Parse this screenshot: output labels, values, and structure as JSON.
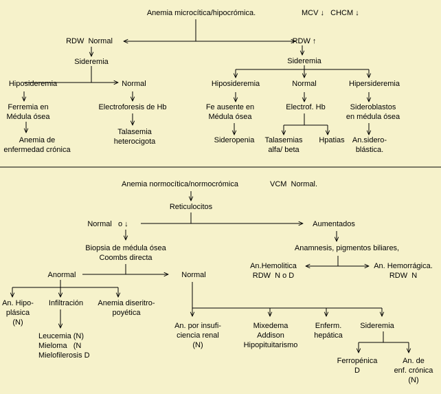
{
  "microcytic": {
    "root": "Anemia microcítica/hipocrómica.",
    "indices": "MCV ↓   CHCM ↓",
    "rdw_normal": "RDW  Normal",
    "rdw_high": "RDW ↑",
    "left": {
      "sideremia": "Sideremia",
      "hiposideremia": "Hiposideremia",
      "normal": "Normal",
      "ferremia": "Ferremia en\nMédula ósea",
      "electroforesis": "Electroforesis de Hb",
      "anemia_cronica": "Anemia de\nenfermedad crónica",
      "talasemia": "Talasemia\nheterocigota"
    },
    "right": {
      "sideremia": "Sideremia",
      "hiposideremia": "Hiposideremia",
      "normal": "Normal",
      "hipersideremia": "Hipersideremia",
      "fe_ausente": "Fe ausente en\nMédula ósea",
      "electrof": "Electrof. Hb",
      "sideroblastos": "Sideroblastos\nen médula ósea",
      "sideropenia": "Sideropenia",
      "talasemias": "Talasemias\nalfa/ beta",
      "hpatias": "Hpatias",
      "an_sidero": "An.sidero-\nblástica."
    }
  },
  "normocytic": {
    "root": "Anemia normocítica/normocrómica",
    "vcm": "VCM  Normal.",
    "reticulocitos": "Reticulocitos",
    "normal_o": "Normal   o ↓",
    "aumentados": "Aumentados",
    "biopsia": "Biopsia de médula ósea\nCoombs directa",
    "anamnesis": "Anamnesis, pigmentos biliares,",
    "an_hemolitica": "An.Hemolitica\nRDW  N o D",
    "an_hemorragica": "An. Hemorrágica.\nRDW  N",
    "anormal": "Anormal",
    "normal": "Normal",
    "an_hipoplasica": "An. Hipo-\nplásica\n(N)",
    "infiltracion": "Infiltración",
    "anemia_diseritro": "Anemia diseritro-\npoyética",
    "leucemia": "Leucemia (N)\nMieloma   (N\nMielofilerosis D",
    "an_insuficiencia": "An. por insufi-\nciencia renal\n(N)",
    "mixedema": "Mixedema\nAddison\nHipopituitarismo",
    "enferm_hepatica": "Enferm.\nhepática",
    "sideremia": "Sideremia",
    "ferropenica": "Ferropénica\nD",
    "an_cronica": "An. de\nenf. crónica\n(N)"
  }
}
